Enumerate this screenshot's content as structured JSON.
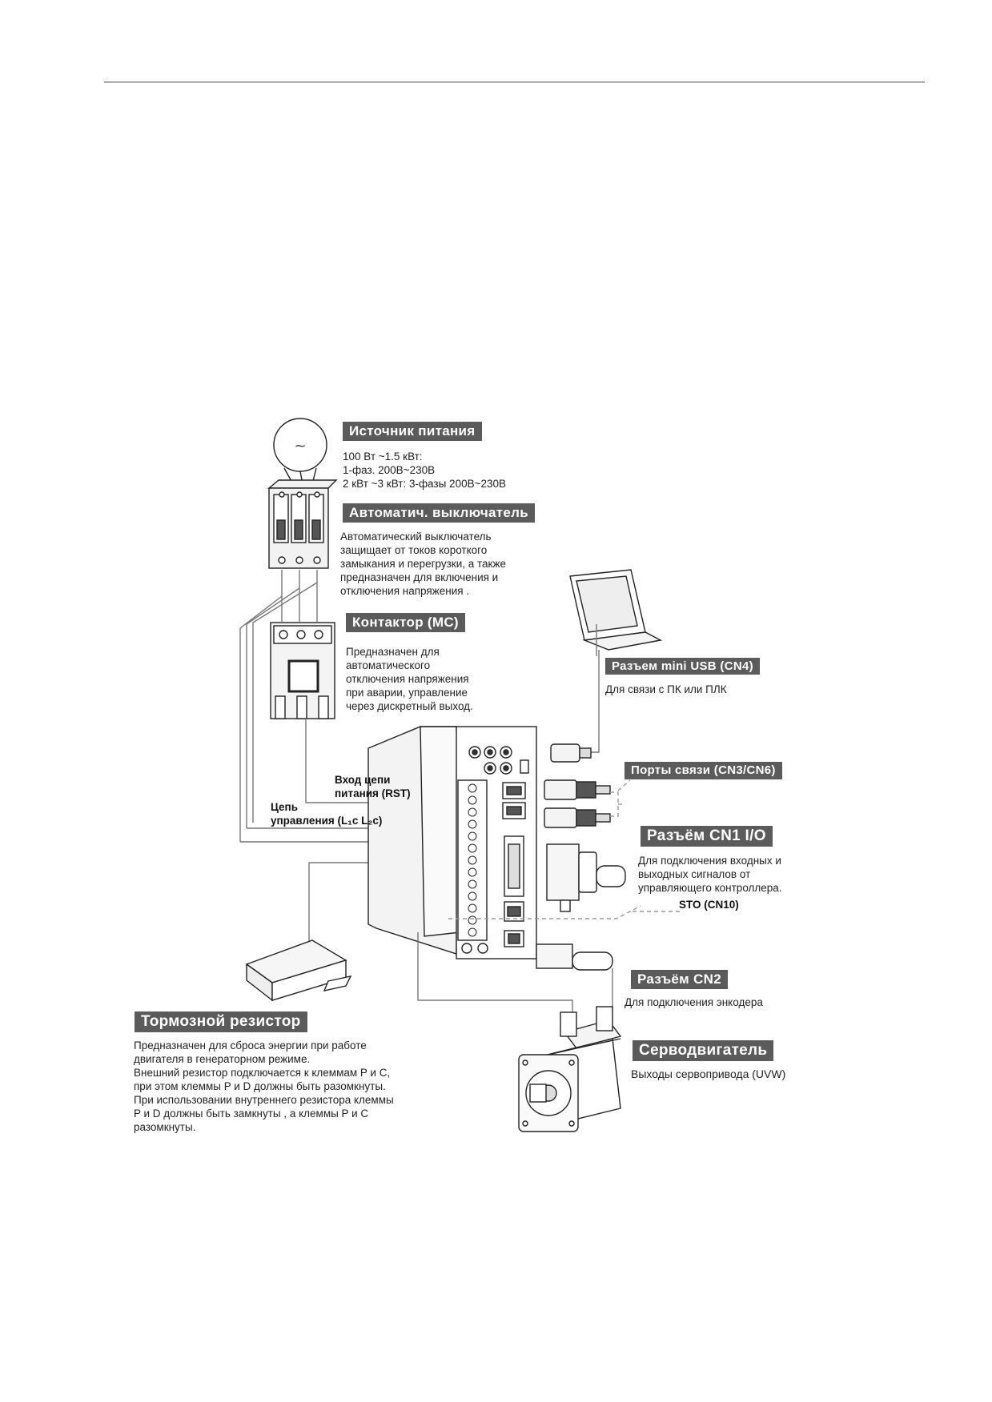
{
  "power_source": {
    "title": "Источник питания",
    "desc": "100 Вт ~1.5 кВт:\n1-фаз. 200В~230В\n2 кВт ~3 кВт:   3-фазы 200В~230В",
    "symbol": "~"
  },
  "breaker": {
    "title": "Автоматич. выключатель",
    "desc": "Автоматический выключатель\nзащищает от токов короткого\nзамыкания и перегрузки, а также\nпредназначен  для включения и\nотключения напряжения ."
  },
  "contactor": {
    "title": "Контактор (МС)",
    "desc": "Предназначен для\nавтоматического\nотключения напряжения\nпри аварии, управление\nчерез дискретный выход."
  },
  "usb": {
    "title": "Разъем mini USB (CN4)",
    "desc": "Для связи с ПК или ПЛК"
  },
  "comm_ports": {
    "title": "Порты связи (CN3/CN6)"
  },
  "cn1": {
    "title": "Разъём CN1 I/O",
    "desc": "Для подключения входных и\nвыходных сигналов от\nуправляющего контроллера."
  },
  "sto": {
    "label": "STO (CN10)"
  },
  "cn2": {
    "title": "Разъём  CN2",
    "desc": "Для подключения энкодера"
  },
  "motor": {
    "title": "Серводвигатель",
    "desc": "Выходы сервопривода (UVW)"
  },
  "brake_resistor": {
    "title": "Тормозной резистор",
    "desc": "Предназначен для сброса энергии при работе\nдвигателя в генераторном режиме.\nВнешний резистор подключается к клеммам P и  C,\nпри этом клеммы P и D должны быть разомкнуты.\nПри использовании внутреннего резистора клеммы\nP и  D должны быть замкнуты , а клеммы P и  C\nразомкнуты."
  },
  "power_input": {
    "label": "Вход цепи\nпитания (RST)"
  },
  "control_circuit": {
    "label": "Цепь\nуправления (L₁c L₂c)"
  }
}
